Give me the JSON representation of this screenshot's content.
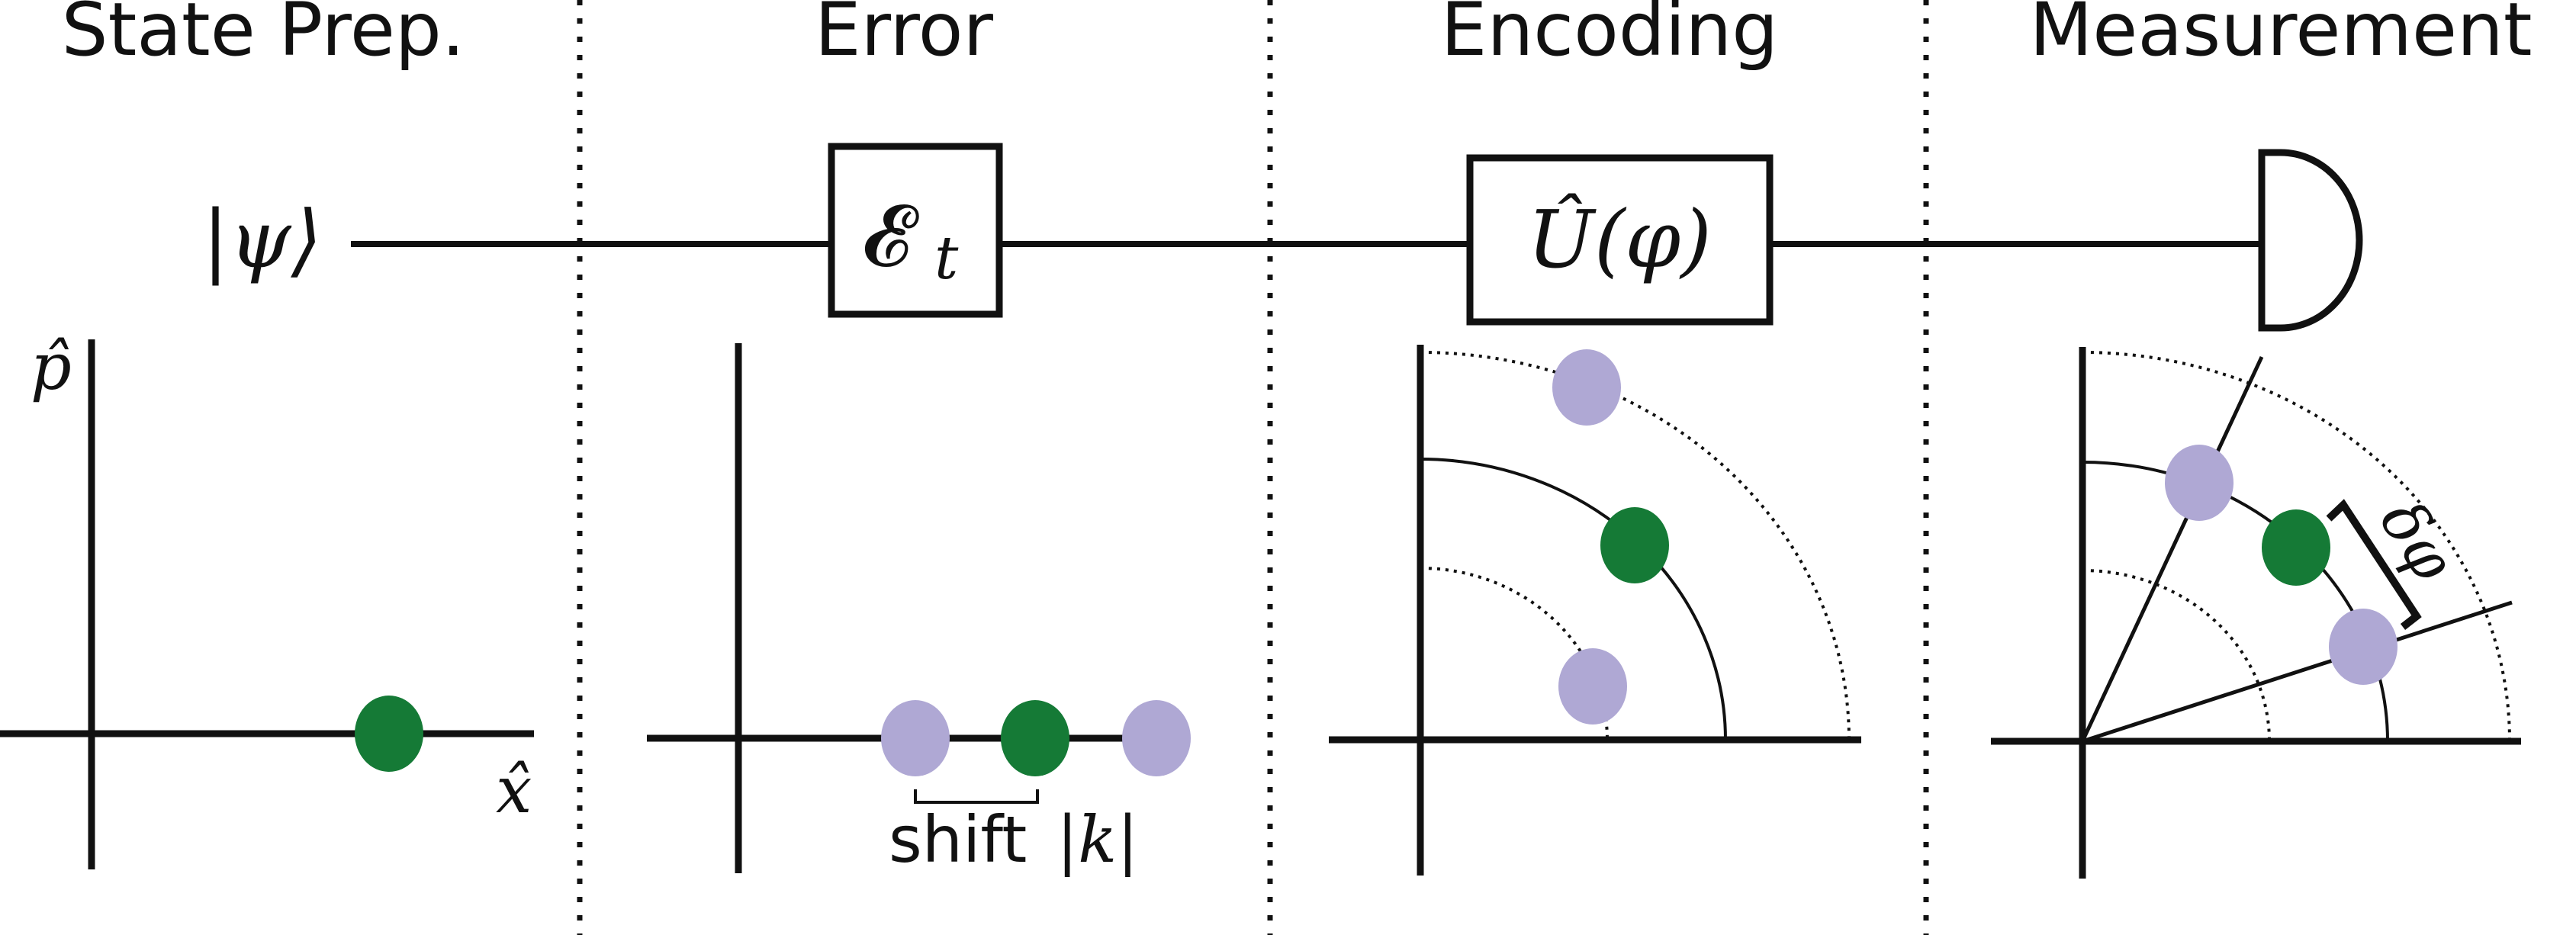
{
  "stages": {
    "state_prep": "State Prep.",
    "error": "Error",
    "encoding": "Encoding",
    "measurement": "Measurement"
  },
  "circuit": {
    "input_state": "|ψ⟩",
    "error_gate": "𝓔",
    "error_gate_sub": "t",
    "encoding_gate": "Û(φ)"
  },
  "phase_space": {
    "p_axis": "p̂",
    "x_axis": "x̂",
    "shift_word": "shift",
    "shift_k": "|k|",
    "delta_phi": "δφ"
  },
  "colors": {
    "green": "#157a36",
    "lavender": "#afa8d4",
    "ink": "#111111"
  }
}
